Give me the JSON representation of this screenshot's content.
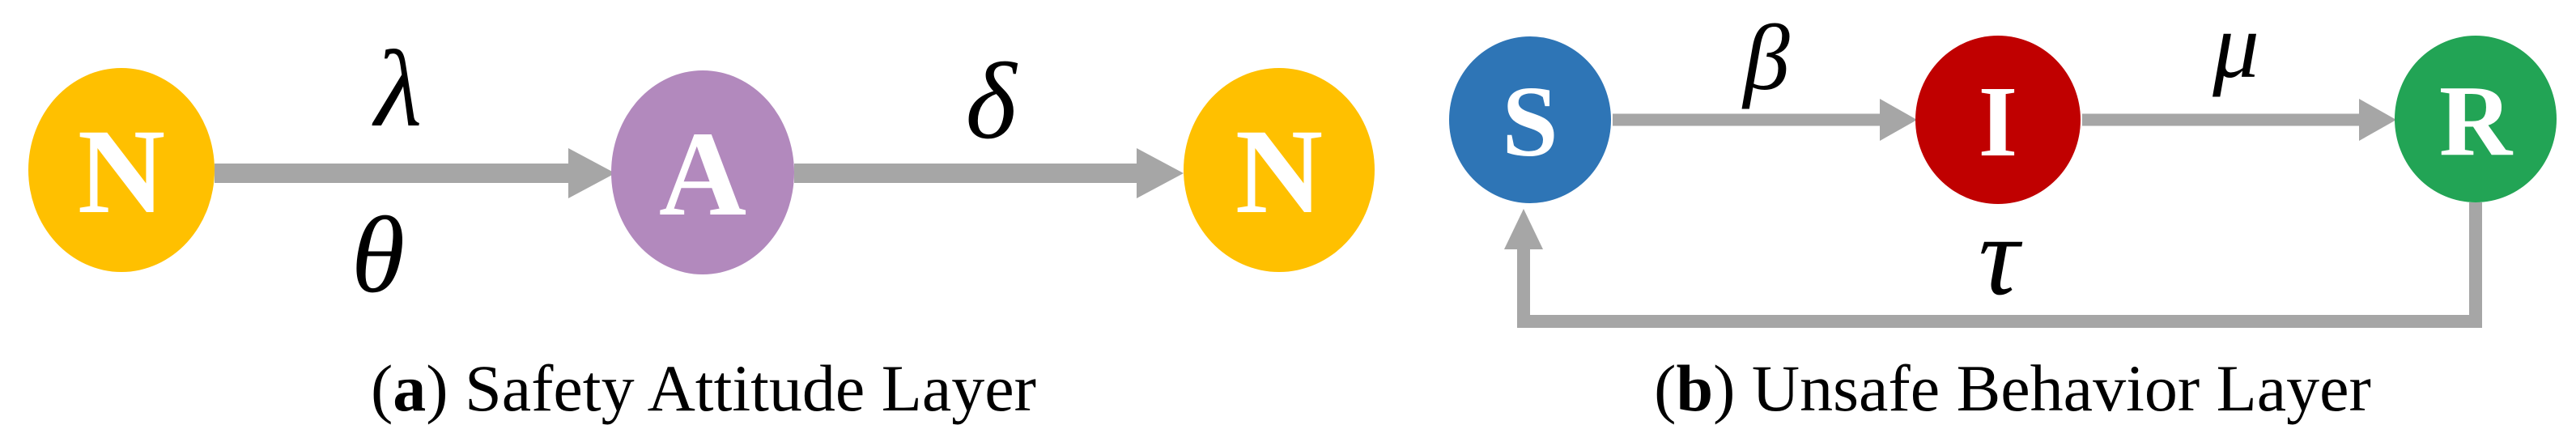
{
  "panel_a": {
    "caption": {
      "prefix": "(",
      "marker": "a",
      "suffix": ") Safety Attitude Layer"
    },
    "nodes": [
      {
        "label": "N",
        "color": "#FFC000"
      },
      {
        "label": "A",
        "color": "#B289BD"
      },
      {
        "label": "N",
        "color": "#FFC000"
      }
    ],
    "edges": [
      {
        "from": "N",
        "to": "A",
        "label_above": "λ",
        "label_below": "θ"
      },
      {
        "from": "A",
        "to": "N",
        "label_above": "δ"
      }
    ]
  },
  "panel_b": {
    "caption": {
      "prefix": "(",
      "marker": "b",
      "suffix": ") Unsafe Behavior Layer"
    },
    "nodes": [
      {
        "label": "S",
        "color": "#2E75B6"
      },
      {
        "label": "I",
        "color": "#C00000"
      },
      {
        "label": "R",
        "color": "#22A455"
      }
    ],
    "edges": [
      {
        "from": "S",
        "to": "I",
        "label_above": "β"
      },
      {
        "from": "I",
        "to": "R",
        "label_above": "μ"
      },
      {
        "from": "R",
        "to": "S",
        "label_above": "τ",
        "type": "feedback"
      }
    ]
  },
  "style": {
    "arrow_color": "#A6A6A6",
    "label_color": "#000000",
    "node_text_color": "#FFFFFF",
    "background_color": "#FFFFFF"
  }
}
